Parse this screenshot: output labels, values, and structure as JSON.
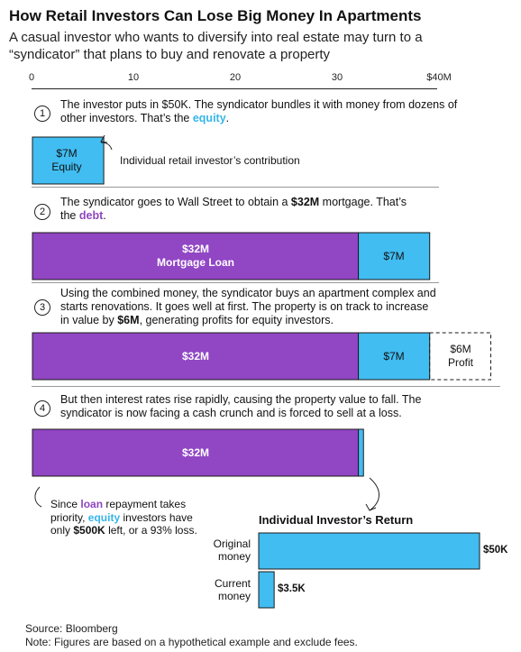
{
  "title": "How Retail Investors Can Lose Big Money In Apartments",
  "subtitle": "A casual investor who wants to diversify into real estate may turn to a “syndicator” that plans to buy and renovate a property",
  "axis_ticks": [
    "0",
    "10",
    "20",
    "30",
    "$40M"
  ],
  "steps": [
    {
      "num": "1",
      "pre": "The investor puts in $50K. The syndicator bundles it with money from dozens of other investors. That’s the ",
      "hl": "equity",
      "post": "."
    },
    {
      "num": "2",
      "pre": "The syndicator goes to Wall Street to obtain a ",
      "bold": "$32M",
      "mid": " mortgage. That’s the ",
      "hl": "debt",
      "post": "."
    },
    {
      "num": "3",
      "pre": "Using the combined money, the syndicator buys an apartment complex and starts renovations. It goes well at first. The property is on track to increase in value by ",
      "bold": "$6M",
      "post": ", generating profits for equity investors."
    },
    {
      "num": "4",
      "text": "But then interest rates rise rapidly, causing the property value to fall. The syndicator is now facing a cash crunch and is forced to sell at a loss."
    }
  ],
  "labels": {
    "equity_bar_top": "$7M",
    "equity_bar_bottom": "Equity",
    "contribution_note": "Individual retail investor’s contribution",
    "mortgage_top": "$32M",
    "mortgage_bottom": "Mortgage Loan",
    "equity2": "$7M",
    "debt3": "$32M",
    "equity3": "$7M",
    "profit_top": "$6M",
    "profit_bottom": "Profit",
    "debt4": "$32M"
  },
  "note_left": {
    "l1": "Since ",
    "loan": "loan",
    "l2": " repayment takes priority, ",
    "equity": "equity",
    "l3": " investors have only ",
    "amount": "$500K",
    "l4": " left, or a 93% loss."
  },
  "return_title": "Individual Investor’s Return",
  "source": "Source: Bloomberg",
  "footnote": "Note: Figures are based on a hypothetical example and exclude fees.",
  "colors": {
    "debt": "#9146c4",
    "equity": "#41bdf2",
    "outline": "#1a1a1a"
  },
  "chart_data": [
    {
      "type": "bar",
      "orientation": "horizontal",
      "stacked": true,
      "unit": "$M",
      "xlim": [
        0,
        40
      ],
      "ticks": [
        0,
        10,
        20,
        30,
        40
      ],
      "rows": [
        {
          "step": 1,
          "segments": [
            {
              "name": "equity",
              "value": 7
            }
          ]
        },
        {
          "step": 2,
          "segments": [
            {
              "name": "debt",
              "value": 32
            },
            {
              "name": "equity",
              "value": 7
            }
          ]
        },
        {
          "step": 3,
          "segments": [
            {
              "name": "debt",
              "value": 32
            },
            {
              "name": "equity",
              "value": 7
            },
            {
              "name": "profit",
              "value": 6
            }
          ]
        },
        {
          "step": 4,
          "segments": [
            {
              "name": "debt",
              "value": 32
            },
            {
              "name": "equity",
              "value": 0.5
            }
          ]
        }
      ]
    },
    {
      "type": "bar",
      "orientation": "horizontal",
      "title": "Individual Investor’s Return",
      "categories": [
        "Original money",
        "Current money"
      ],
      "values": [
        50,
        3.5
      ],
      "value_labels": [
        "$50K",
        "$3.5K"
      ],
      "unit": "$K"
    }
  ]
}
